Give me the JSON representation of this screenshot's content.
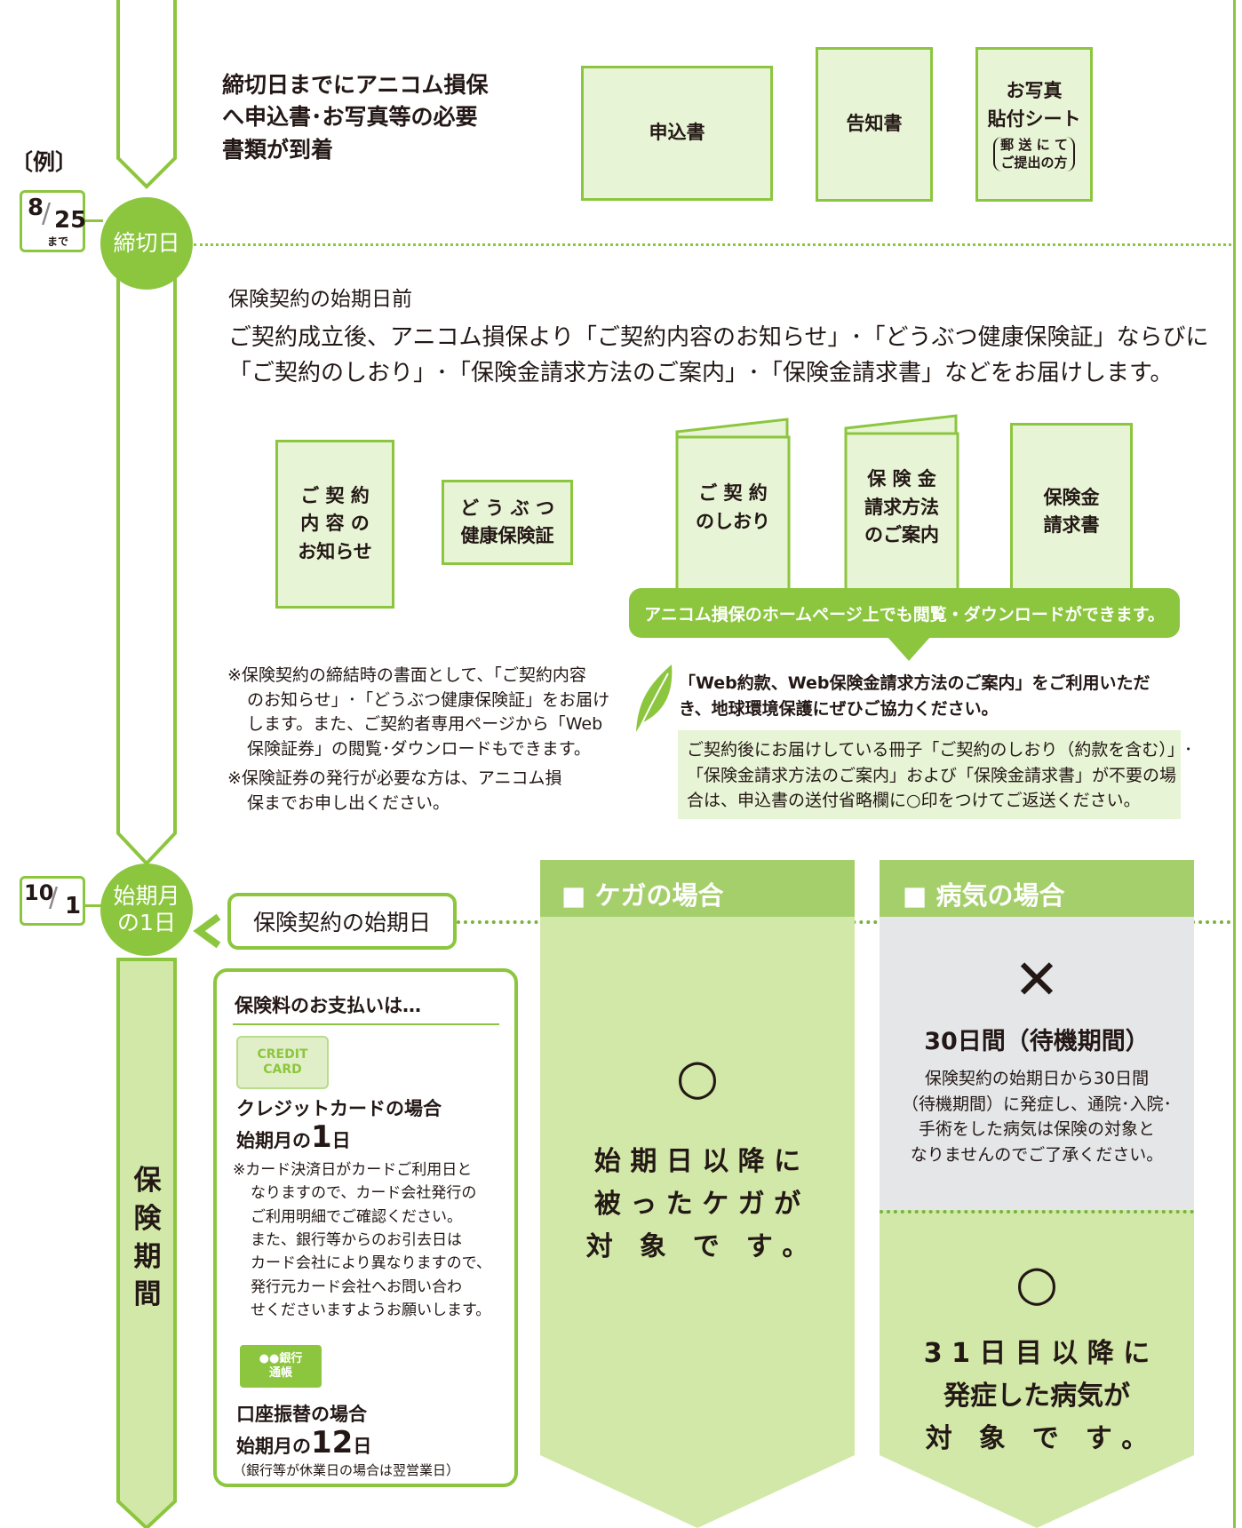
{
  "example_label": "〔例〕",
  "deadline": {
    "date_num": "8",
    "date_den": "25",
    "date_suffix": "まで",
    "circle_label": "締切日",
    "text": [
      "締切日までにアニコム損保",
      "へ申込書･お写真等の必要",
      "書類が到着"
    ],
    "docs": {
      "application": "申込書",
      "notice": "告知書",
      "photo_title": [
        "お写真",
        "貼付シート"
      ],
      "photo_note": [
        "郵 送 に て",
        "ご提出の方"
      ]
    }
  },
  "before_start": {
    "heading": "保険契約の始期日前",
    "lines": [
      "ご契約成立後、アニコム損保より「ご契約内容のお知らせ」･「どうぶつ健康保険証」ならびに",
      "「ご契約のしおり」･「保険金請求方法のご案内」･「保険金請求書」などをお届けします。"
    ],
    "docs": {
      "contract_notice": [
        "ご 契 約",
        "内 容 の",
        "お知らせ"
      ],
      "insurance_card": [
        "ど う ぶ つ",
        "健康保険証"
      ],
      "guide": [
        "ご 契 約",
        "のしおり"
      ],
      "claim_method": [
        "保 険 金",
        "請求方法",
        "のご案内"
      ],
      "claim_form": [
        "保険金",
        "請求書"
      ]
    },
    "banner": "アニコム損保のホームページ上でも閲覧・ダウンロードができます。",
    "eco_title": [
      "「Web約款、Web保険金請求方法のご案内」をご利用いただ",
      "き、地球環境保護にぜひご協力ください。"
    ],
    "eco_box": [
      "ご契約後にお届けしている冊子「ご契約のしおり（約款を含む）」･",
      "「保険金請求方法のご案内」および「保険金請求書」が不要の場",
      "合は、申込書の送付省略欄に○印をつけてご返送ください。"
    ],
    "notes": [
      [
        "※保険契約の締結時の書面として、「ご契約内容",
        "のお知らせ」･「どうぶつ健康保険証」をお届け",
        "します。また、ご契約者専用ページから「Web",
        "保険証券」の閲覧･ダウンロードもできます。"
      ],
      [
        "※保険証券の発行が必要な方は、アニコム損",
        "保までお申し出ください。"
      ]
    ]
  },
  "start": {
    "date_num": "10",
    "date_den": "1",
    "circle_label": [
      "始期月",
      "の1日"
    ],
    "start_day_label": "保険契約の始期日",
    "period_label": [
      "保",
      "険",
      "期",
      "間"
    ]
  },
  "payment": {
    "title": "保険料のお支払いは…",
    "card_icon": [
      "CREDIT",
      "CARD"
    ],
    "card_heading": "クレジットカードの場合",
    "card_prefix": "始期月の",
    "card_day": "1",
    "card_day_unit": "日",
    "card_note": [
      "※カード決済日がカードご利用日と",
      "なりますので、カード会社発行の",
      "ご利用明細でご確認ください。",
      "また、銀行等からのお引去日は",
      "カード会社により異なりますので、",
      "発行元カード会社へお問い合わ",
      "せくださいますようお願いします。"
    ],
    "bank_icon": [
      "●●銀行",
      "通帳"
    ],
    "bank_heading": "口座振替の場合",
    "bank_prefix": "始期月の",
    "bank_day": "12",
    "bank_day_unit": "日",
    "bank_note": "（銀行等が休業日の場合は翌営業日）"
  },
  "injury": {
    "title": "■ ケガの場合",
    "mark": "○",
    "lines": [
      "始 期 日 以 降 に",
      "被 っ た ケ ガ が",
      "対　象　で　す 。"
    ]
  },
  "illness": {
    "title": "■ 病気の場合",
    "mark_x": "✕",
    "wait_heading": "30日間（待機期間）",
    "wait_text": [
      "保険契約の始期日から30日間",
      "（待機期間）に発症し、通院･入院･",
      "手術をした病気は保険の対象と",
      "なりませんのでご了承ください。"
    ],
    "mark_o": "○",
    "lines": [
      "3 1 日 目 以 降 に",
      "発症した病気が",
      "対　象　で　す 。"
    ]
  },
  "colors": {
    "accent": "#8cc63f",
    "light": "#e8f4d6",
    "gray": "#e5e6e8",
    "panel": "#d2e8a8",
    "header": "#a5cf6a"
  }
}
